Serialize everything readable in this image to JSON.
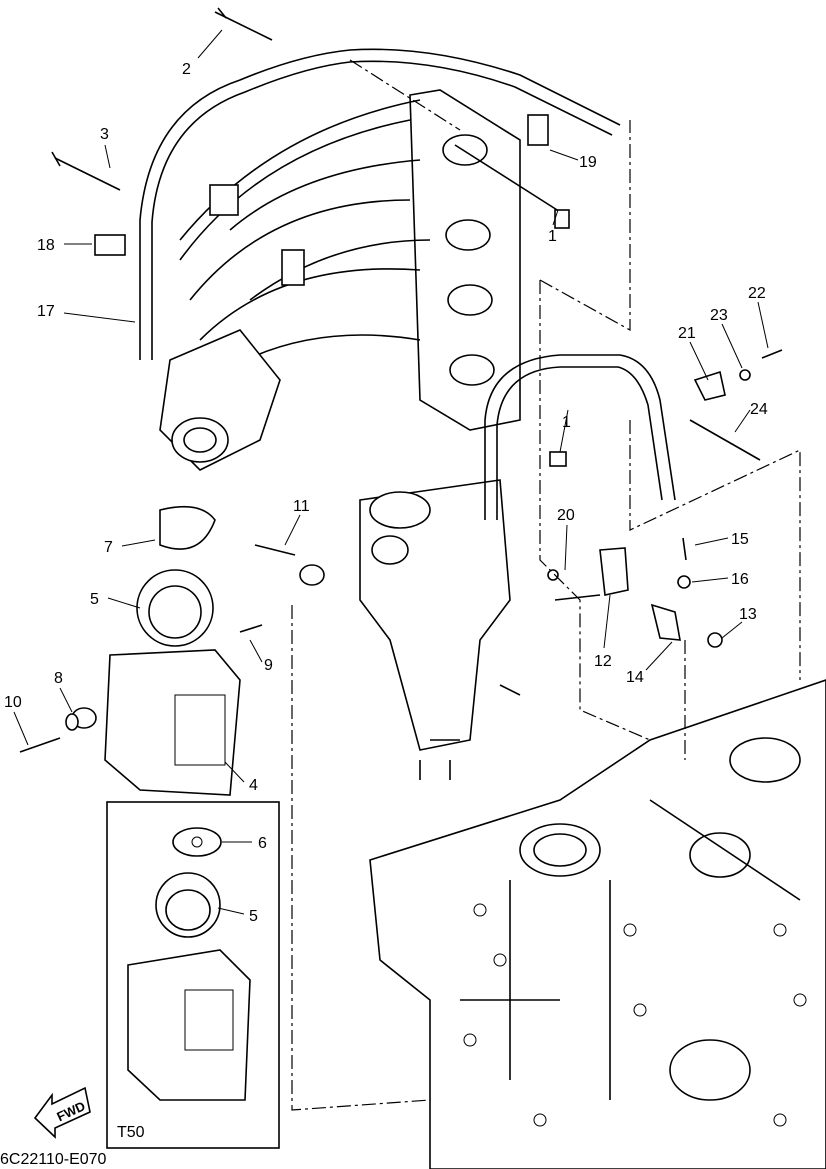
{
  "diagram": {
    "part_labels": [
      "1",
      "1",
      "2",
      "3",
      "4",
      "5",
      "5",
      "6",
      "7",
      "8",
      "9",
      "10",
      "11",
      "12",
      "13",
      "14",
      "15",
      "16",
      "17",
      "18",
      "19",
      "20",
      "21",
      "22",
      "23",
      "24"
    ],
    "inset_label": "T50",
    "fwd_label": "FWD",
    "drawing_code": "6C22110-E070"
  }
}
